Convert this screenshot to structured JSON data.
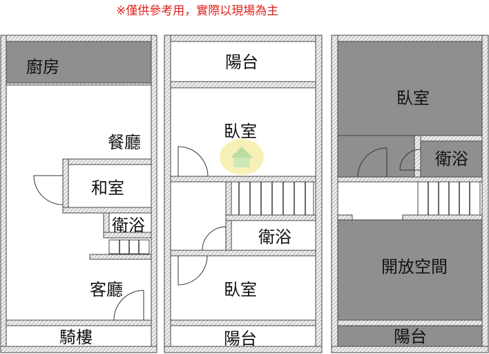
{
  "note": "※僅供參考用，實際以現場為主",
  "floor1": {
    "kitchen": "廚房",
    "dining": "餐廳",
    "japanese_room": "和室",
    "bathroom": "衛浴",
    "living": "客廳",
    "arcade": "騎樓"
  },
  "floor2": {
    "balcony_top": "陽台",
    "bedroom_top": "臥室",
    "bathroom": "衛浴",
    "bedroom_bottom": "臥室",
    "balcony_bottom": "陽台"
  },
  "floor3": {
    "bedroom": "臥室",
    "bathroom": "衛浴",
    "open_space": "開放空間",
    "balcony": "陽台"
  },
  "colors": {
    "note": "#e0201a",
    "dark_fill": "#8f8f8f",
    "wall_hatch": "#cfcfcf"
  }
}
